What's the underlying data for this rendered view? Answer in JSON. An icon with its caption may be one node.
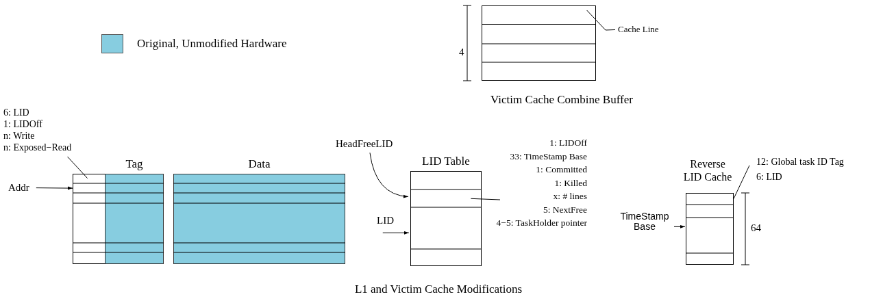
{
  "diagram": {
    "caption": "L1 and Victim Cache Modifications",
    "nodes": [
      {
        "text": [
          "Victim Cache Combine Buffer"
        ]
      },
      {
        "text": [],
        "shape": "bar",
        "in": 0
      },
      {
        "text": [
          "Cache Line"
        ]
      },
      {
        "text": [
          "6: LID",
          "1: LIDOff",
          "n: Write",
          "n: Exposed−Read"
        ]
      },
      {
        "text": [
          "Addr"
        ]
      },
      {
        "text": [],
        "shape": "box"
      },
      {
        "text": [
          "Tag"
        ]
      },
      {
        "text": [
          "Data"
        ]
      },
      {
        "text": [
          "HeadFreeLID"
        ]
      },
      {
        "text": [
          "LID"
        ]
      },
      {
        "text": [
          "LID Table"
        ]
      },
      {
        "text": [
          "1: LIDOff",
          "33: TimeStamp Base",
          "1: Committed",
          "1: Killed",
          "x: # lines",
          "5: NextFree",
          "4−5: TaskHolder pointer"
        ]
      },
      {
        "text": [
          "TimeStamp Base"
        ]
      },
      {
        "text": [
          "Reverse LID Cache"
        ]
      },
      {
        "text": [
          "12: Global task ID Tag",
          "6: LID"
        ]
      }
    ],
    "edges": [
      {
        "from": 2,
        "to": 1,
        "arrow": "none"
      },
      {
        "from": 3,
        "to": 5,
        "arrow": "none"
      },
      {
        "from": 4,
        "to": 5,
        "arrow": "to"
      },
      {
        "from": 8,
        "to": 10,
        "arrow": "to"
      },
      {
        "from": 9,
        "to": 10,
        "arrow": "to"
      },
      {
        "from": 11,
        "to": 10,
        "arrow": "none"
      },
      {
        "from": 12,
        "to": 13,
        "arrow": "to"
      },
      {
        "from": 14,
        "to": 13,
        "arrow": "none"
      }
    ],
    "labels": [
      "4",
      "64"
    ],
    "legend": [
      {
        "text": "Original, Unmodified Hardware",
        "color": "#87cde0"
      }
    ]
  }
}
